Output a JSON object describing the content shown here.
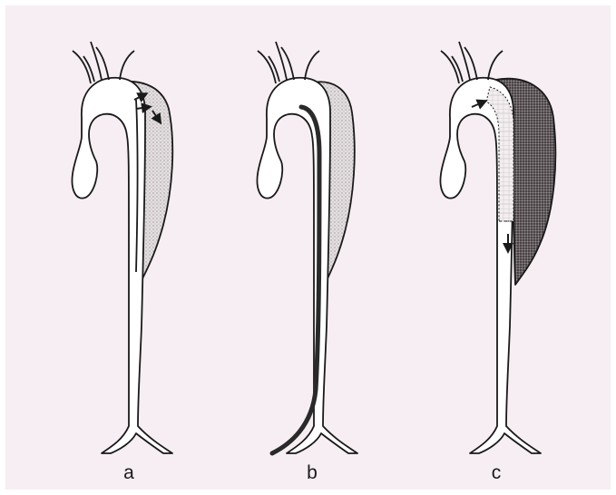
{
  "panels": [
    {
      "label": "a"
    },
    {
      "label": "b"
    },
    {
      "label": "c"
    }
  ],
  "colors": {
    "background": "#f6eef2",
    "outline": "#1a1a1a",
    "false_lumen_light": "#d8d2d3",
    "false_lumen_dark": "#4a4446",
    "catheter": "#2a2a2a"
  },
  "icons": [
    "arrow-icon",
    "catheter-icon",
    "stent-graft-icon"
  ]
}
